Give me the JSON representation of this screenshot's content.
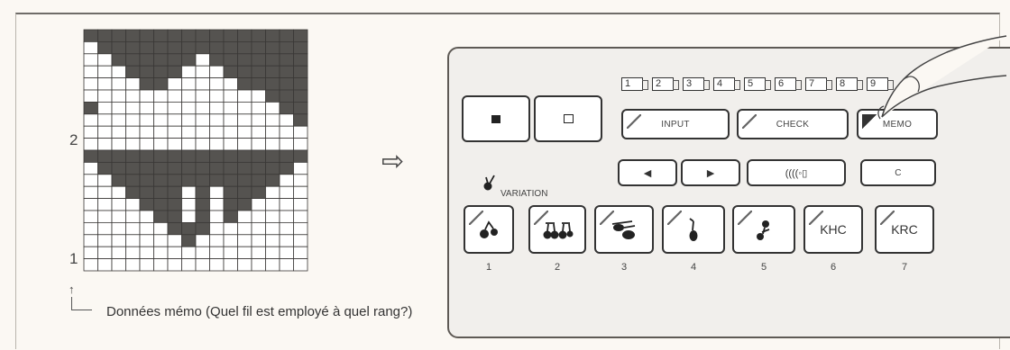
{
  "figure": {
    "row_label_top": "2",
    "row_label_bottom": "1",
    "arrow_glyph": "⇨",
    "caption": "Données mémo (Quel fil est employé à quel rang?)",
    "pattern_grid": [
      "1111111111111111",
      "0111111111111111",
      "0011111101111111",
      "0001111000111111",
      "0000110000011111",
      "0000000000000111",
      "1000000000000011",
      "0000000000000001",
      "0000000000000000",
      "0000000000000000",
      "1111111111111111",
      "0111111111111110",
      "0011111111111100",
      "0001111010111000",
      "0000111010110000",
      "0000011010100000",
      "0000001110000000",
      "0000000100000000",
      "0000000000000000",
      "0000000000000000"
    ]
  },
  "panel": {
    "number_boxes": [
      "1",
      "2",
      "3",
      "4",
      "5",
      "6",
      "7",
      "8",
      "9"
    ],
    "input_label": "INPUT",
    "check_label": "CHECK",
    "memo_label": "MEMO",
    "left_arrow": "◄",
    "right_arrow": "►",
    "sound_label": "((((◦▯",
    "clear_label": "C",
    "variation_label": "VARIATION",
    "khc_label": "KHC",
    "krc_label": "KRC",
    "bottom_numbers": [
      "1",
      "2",
      "3",
      "4",
      "5",
      "6",
      "7"
    ]
  }
}
